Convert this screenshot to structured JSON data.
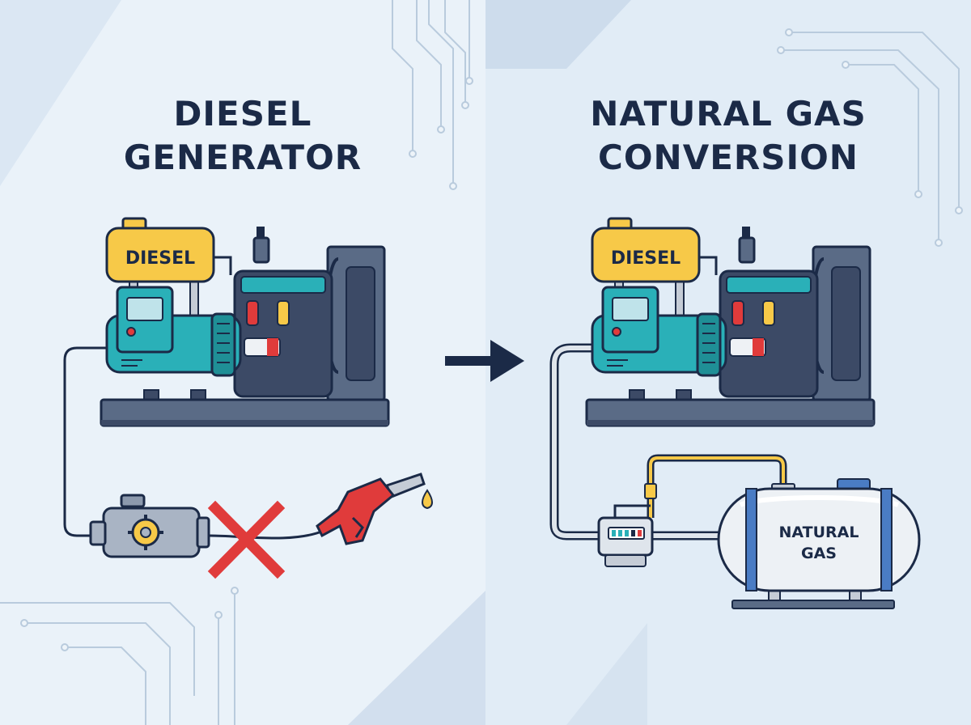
{
  "left_panel": {
    "title_line1": "DIESEL",
    "title_line2": "GENERATOR",
    "tank_label": "DIESEL"
  },
  "right_panel": {
    "title_line1": "NATURAL GAS",
    "title_line2": "CONVERSION",
    "tank_label": "DIESEL",
    "gas_tank_line1": "NATURAL",
    "gas_tank_line2": "GAS"
  },
  "colors": {
    "navy": "#1b2a47",
    "teal": "#2ab0b8",
    "yellow": "#f7c948",
    "red": "#e03b3b",
    "blue_steel": "#4a7cc4"
  }
}
